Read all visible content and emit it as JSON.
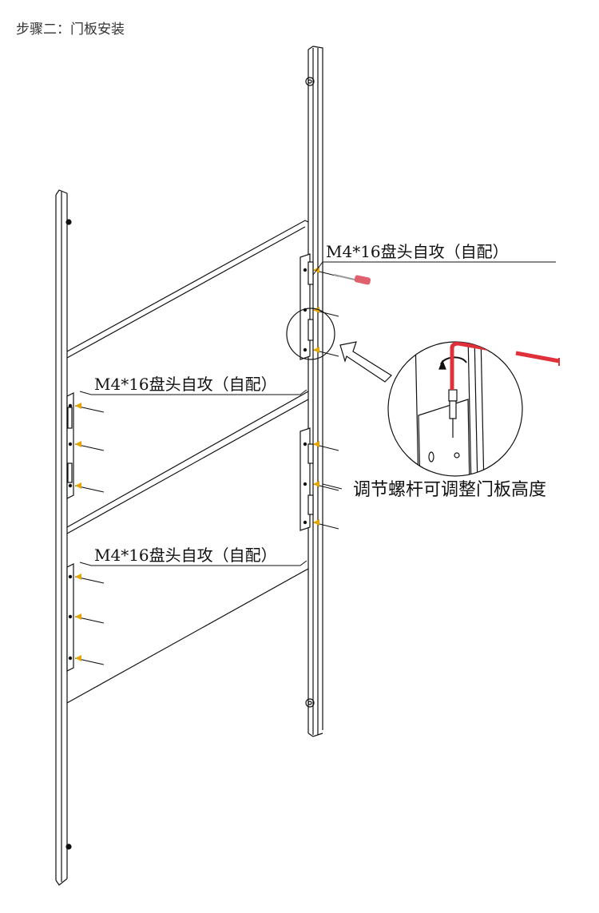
{
  "page": {
    "title": "步骤二：门板安装"
  },
  "callouts": {
    "screw_top_right": "M4*16盘头自攻（自配）",
    "screw_left_upper": "M4*16盘头自攻（自配）",
    "screw_left_lower": "M4*16盘头自攻（自配）",
    "adjust_note": "调节螺杆可调整门板高度"
  },
  "colors": {
    "line": "#111111",
    "screw_accent": "#e6a600",
    "wrench_red": "#e0303a",
    "screwdriver_pink": "#e06070"
  }
}
